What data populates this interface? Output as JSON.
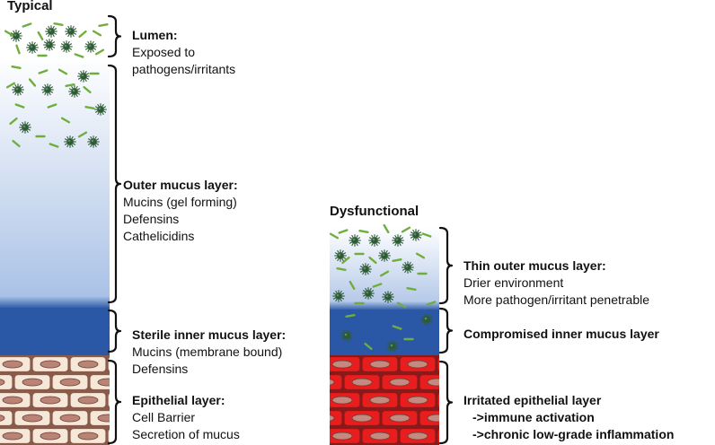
{
  "typical": {
    "title": "Typical",
    "lumen": {
      "heading": "Lumen:",
      "lines": [
        "Exposed to",
        "pathogens/irritants"
      ]
    },
    "outer": {
      "heading": "Outer mucus layer:",
      "lines": [
        "Mucins (gel forming)",
        "Defensins",
        "Cathelicidins"
      ]
    },
    "inner": {
      "heading": "Sterile inner mucus layer:",
      "lines": [
        "Mucins (membrane bound)",
        "Defensins"
      ]
    },
    "epithelial": {
      "heading": "Epithelial layer:",
      "lines": [
        "Cell Barrier",
        "Secretion of mucus"
      ]
    }
  },
  "dysfunctional": {
    "title": "Dysfunctional",
    "outer": {
      "heading": "Thin outer mucus layer:",
      "lines": [
        "Drier environment",
        "More pathogen/irritant penetrable"
      ]
    },
    "inner": {
      "heading": "Compromised inner mucus layer"
    },
    "epithelial": {
      "heading": "Irritated epithelial layer",
      "lines": [
        "->immune activation",
        "->chronic low-grade inflammation"
      ]
    }
  },
  "colors": {
    "inner_mucus": "#2a58a6",
    "outer_mucus_bottom": "#a9c1e6",
    "healthy_cell_fill": "#f6e8d8",
    "healthy_cell_border": "#8a5a4a",
    "healthy_nucleus": "#b98475",
    "irritated_cell_fill": "#e81d1d",
    "irritated_nucleus": "#c48a80",
    "microbe": "#2d5a35",
    "bacteria": "#6fae3c"
  }
}
